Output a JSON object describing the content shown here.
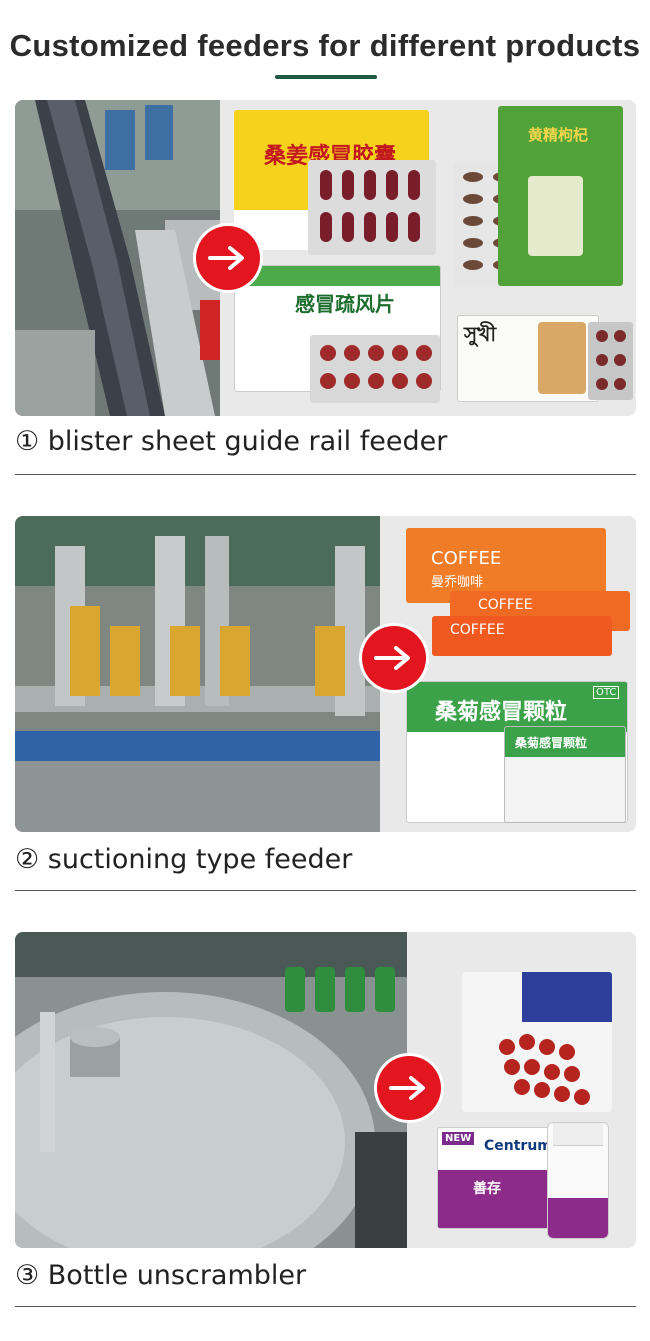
{
  "page": {
    "title": "Customized feeders for different products"
  },
  "colors": {
    "accent_underline": "#1f5a44",
    "arrow_red": "#e3161f"
  },
  "sections": [
    {
      "caption": "① blister sheet guide rail feeder",
      "products": {
        "box1_title": "桑姜感冒胶囊",
        "box2_title": "感冒疏风片",
        "box3_title": "黄精枸杞",
        "box4_title": "সুখী"
      }
    },
    {
      "caption": "② suctioning type feeder",
      "products": {
        "box1_title": "COFFEE",
        "box1_sub": "曼乔咖啡",
        "box2_title": "桑菊感冒颗粒",
        "sachet_title": "桑菊感冒颗粒",
        "otc": "OTC"
      }
    },
    {
      "caption": "③ Bottle unscrambler",
      "products": {
        "box_title": "Centrum",
        "box_cn": "善存",
        "new_badge": "NEW"
      }
    }
  ]
}
